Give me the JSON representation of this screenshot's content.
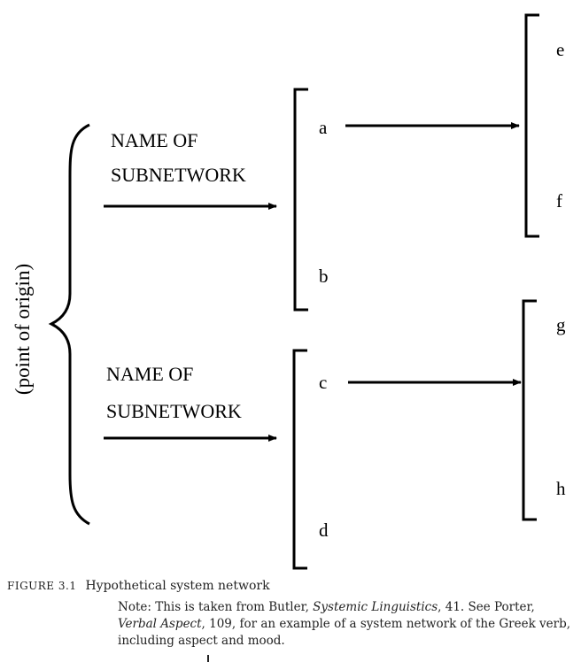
{
  "origin_label": "(point of origin)",
  "subnetworks": [
    {
      "line1": "NAME OF",
      "line2": "SUBNETWORK"
    },
    {
      "line1": "NAME OF",
      "line2": "SUBNETWORK"
    }
  ],
  "letters": {
    "a": "a",
    "b": "b",
    "c": "c",
    "d": "d",
    "e": "e",
    "f": "f",
    "g": "g",
    "h": "h"
  },
  "caption": {
    "figure_label": "FIGURE 3.1",
    "title": "Hypothetical system network",
    "note_before_1": "Note: This is taken from Butler, ",
    "note_italic_1": "Systemic Linguistics",
    "note_mid": ", 41. See Porter, ",
    "note_italic_2": "Verbal Aspect",
    "note_after": ", 109, for an example of a system network of the Greek verb, including aspect and mood."
  }
}
